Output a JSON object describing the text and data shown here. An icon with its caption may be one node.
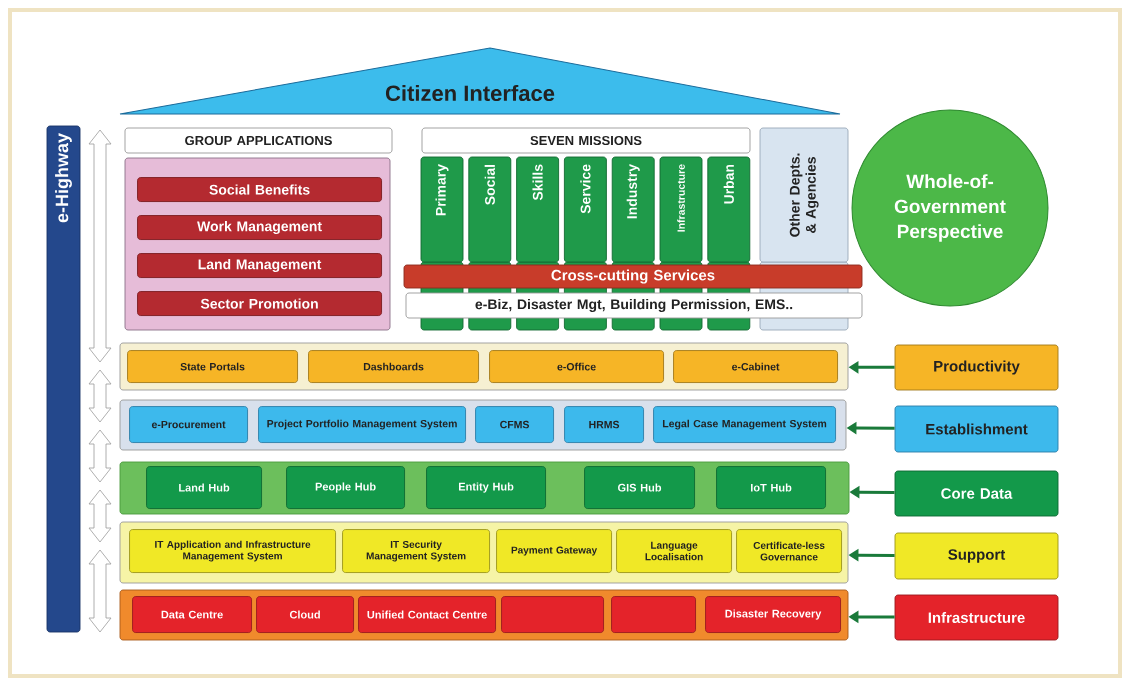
{
  "diagram": {
    "nodes": [
      {
        "text": [
          "Citizen Interface"
        ]
      },
      {
        "text": [
          "GROUP APPLICATIONS"
        ]
      },
      {
        "text": [],
        "shape": "box"
      },
      {
        "text": [
          "Social Benefits"
        ],
        "in": 2
      },
      {
        "text": [
          "Work Management"
        ],
        "in": 2
      },
      {
        "text": [
          "Land Management"
        ],
        "in": 2
      },
      {
        "text": [
          "Sector Promotion"
        ],
        "in": 2
      },
      {
        "text": [
          "SEVEN MISSIONS"
        ]
      },
      {
        "text": [
          "Primary"
        ]
      },
      {
        "text": [
          "Social"
        ]
      },
      {
        "text": [
          "Skills"
        ]
      },
      {
        "text": [
          "Service"
        ]
      },
      {
        "text": [
          "Industry"
        ]
      },
      {
        "text": [
          "Infrastructure"
        ]
      },
      {
        "text": [
          "Urban"
        ]
      },
      {
        "text": [
          "Other Depts. & Agencies"
        ]
      },
      {
        "text": [
          "Cross-cutting Services"
        ]
      },
      {
        "text": [
          "e-Biz, Disaster Mgt, Building Permission, EMS.."
        ]
      },
      {
        "text": [
          "Whole-of- Government Perspective"
        ]
      },
      {
        "text": [
          "e-Highway"
        ]
      },
      {
        "text": [],
        "shape": "box"
      },
      {
        "text": [
          "State Portals"
        ],
        "in": 20
      },
      {
        "text": [
          "Dashboards"
        ],
        "in": 20
      },
      {
        "text": [
          "e-Office"
        ],
        "in": 20
      },
      {
        "text": [
          "e-Cabinet"
        ],
        "in": 20
      },
      {
        "text": [],
        "shape": "box"
      },
      {
        "text": [
          "e-Procurement"
        ],
        "in": 25
      },
      {
        "text": [
          "Project Portfolio Management System"
        ],
        "in": 25
      },
      {
        "text": [
          "CFMS"
        ],
        "in": 25
      },
      {
        "text": [
          "HRMS"
        ],
        "in": 25
      },
      {
        "text": [
          "Legal Case Management System"
        ],
        "in": 25
      },
      {
        "text": [],
        "shape": "box"
      },
      {
        "text": [
          "Land Hub"
        ],
        "in": 31
      },
      {
        "text": [
          "People Hub"
        ],
        "in": 31
      },
      {
        "text": [
          "Entity Hub"
        ],
        "in": 31
      },
      {
        "text": [
          "GIS Hub"
        ],
        "in": 31
      },
      {
        "text": [
          "IoT Hub"
        ],
        "in": 31
      },
      {
        "text": [],
        "shape": "box"
      },
      {
        "text": [
          "IT Application and Infrastructure Management System"
        ],
        "in": 37
      },
      {
        "text": [
          "IT Security Management System"
        ],
        "in": 37
      },
      {
        "text": [
          "Payment Gateway"
        ],
        "in": 37
      },
      {
        "text": [
          "Language Localisation"
        ],
        "in": 37
      },
      {
        "text": [
          "Certificate-less Governance"
        ],
        "in": 37
      },
      {
        "text": [],
        "shape": "box"
      },
      {
        "text": [
          "Data Centre"
        ],
        "in": 43
      },
      {
        "text": [
          "Cloud"
        ],
        "in": 43
      },
      {
        "text": [
          "Unified Contact Centre"
        ],
        "in": 43
      },
      {
        "text": [],
        "shape": "box",
        "in": 43
      },
      {
        "text": [],
        "shape": "box",
        "in": 43
      },
      {
        "text": [
          "Disaster Recovery"
        ],
        "in": 43
      },
      {
        "text": [
          "Productivity"
        ]
      },
      {
        "text": [
          "Establishment"
        ]
      },
      {
        "text": [
          "Core Data"
        ]
      },
      {
        "text": [
          "Support"
        ]
      },
      {
        "text": [
          "Infrastructure"
        ]
      }
    ],
    "edges": [
      {
        "from": 50,
        "to": 20,
        "arrow": "to"
      },
      {
        "from": 51,
        "to": 25,
        "arrow": "to"
      },
      {
        "from": 52,
        "to": 31,
        "arrow": "to"
      },
      {
        "from": 53,
        "to": 37,
        "arrow": "to"
      },
      {
        "from": 54,
        "to": 43,
        "arrow": "to"
      }
    ]
  }
}
